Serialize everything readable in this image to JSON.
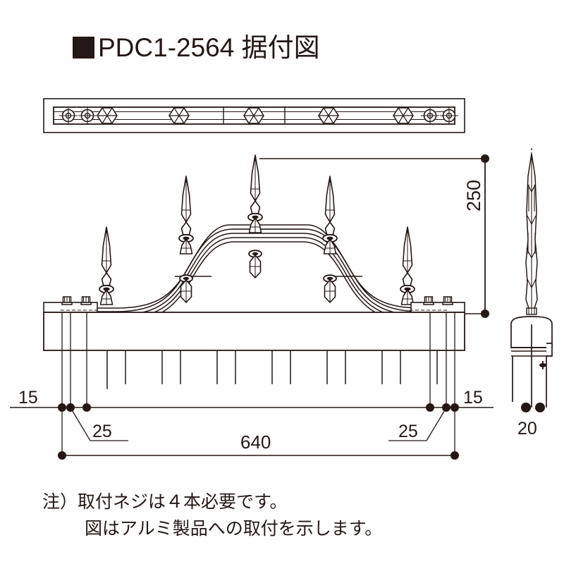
{
  "title": {
    "marker": "filled-square",
    "product_code": "PDC1-2564",
    "doc_type": "据付図",
    "full": "PDC1-2564 据付図"
  },
  "notes": {
    "line1": "注）取付ネジは４本必要です。",
    "line2": "図はアルミ製品への取付を示します。"
  },
  "dimensions": {
    "height": "250",
    "width_total": "640",
    "edge_left": "15",
    "edge_right": "15",
    "screw_offset_left": "25",
    "screw_offset_right": "25",
    "depth": "20"
  },
  "views": {
    "top_view_label": "plan-view-rail",
    "front_view_label": "front-elevation",
    "side_view_label": "side-elevation"
  },
  "colors": {
    "line": "#231815",
    "background": "#ffffff"
  }
}
